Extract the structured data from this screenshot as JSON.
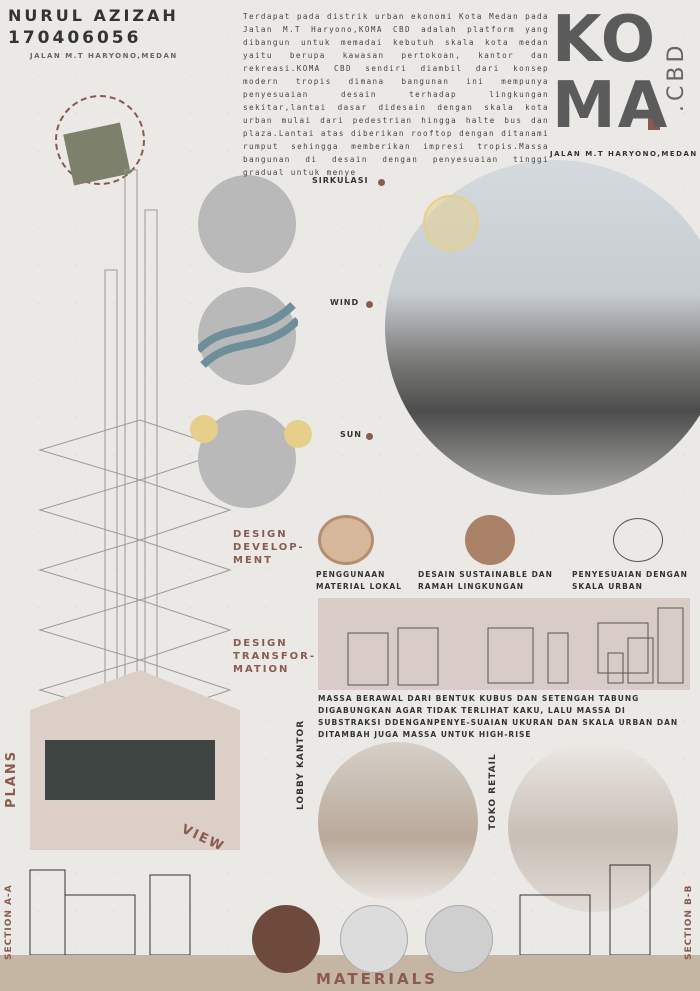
{
  "author": {
    "name": "NURUL AZIZAH",
    "id": "170406056",
    "address": "JALAN M.T HARYONO,MEDAN"
  },
  "description": "Terdapat pada distrik urban ekonomi Kota Medan pada Jalan M.T Haryono,KOMA CBD adalah platform yang dibangun untuk memadai kebutuh skala kota medan yaitu berupa kawasan pertokoan, kantor dan rekreasi.KOMA CBD sendiri diambil dari konsep modern tropis dimana bangunan ini mempunya penyesuaian desain terhadap lingkungan sekitar,lantai dasar didesain dengan skala kota urban mulai dari pedestrian hingga halte bus dan plaza.Lantai atas diberikan rooftop dengan ditanami rumput sehingga memberikan impresi tropis.Massa bangunan di desain dengan penyesuaian tinggi gradual untuk menye",
  "logo": {
    "line1": "KO",
    "line2": "MA",
    "suffix": ".CBD",
    "address": "JALAN M.T HARYONO,MEDAN"
  },
  "analysis": {
    "sirkulasi": "SIRKULASI",
    "wind": "WIND",
    "sun": "SUN"
  },
  "design_development": {
    "title": "DESIGN DEVELOP-MENT",
    "items": [
      "PENGGUNAAN MATERIAL LOKAL",
      "DESAIN SUSTAINABLE DAN RAMAH LINGKUNGAN",
      "PENYESUAIAN DENGAN SKALA URBAN"
    ]
  },
  "design_transformation": {
    "title": "DESIGN TRANSFOR-MATION",
    "text": "MASSA BERAWAL DARI BENTUK KUBUS DAN SETENGAH TABUNG DIGABUNGKAN AGAR TIDAK TERLIHAT KAKU, LALU MASSA DI SUBSTRAKSI DDENGANPENYE-SUAIAN UKURAN DAN SKALA URBAN DAN DITAMBAH JUGA MASSA UNTUK HIGH-RISE"
  },
  "labels": {
    "plans": "PLANS",
    "view": "VIEW",
    "lobby": "LOBBY KANTOR",
    "retail": "TOKO RETAIL",
    "section_a": "SECTION A-A",
    "section_b": "SECTION B-B",
    "materials": "MATERIALS"
  },
  "colors": {
    "accent": "#8a5a4e",
    "background": "#ebe9e5",
    "koma": "#5b5b5b",
    "sun": "#e6cf8a",
    "beige": "#d9ccc6"
  }
}
